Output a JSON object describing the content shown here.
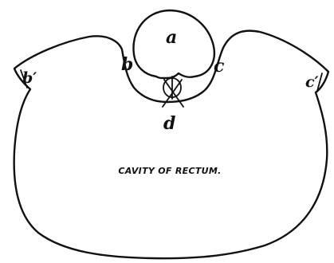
{
  "labels": {
    "a": "a",
    "b": "b",
    "c": "c",
    "b_prime": "b′",
    "c_prime": "c′",
    "d": "d"
  },
  "caption": "CAVITY OF RECTUM.",
  "colors": {
    "line": "#111111",
    "background": "#ffffff"
  }
}
